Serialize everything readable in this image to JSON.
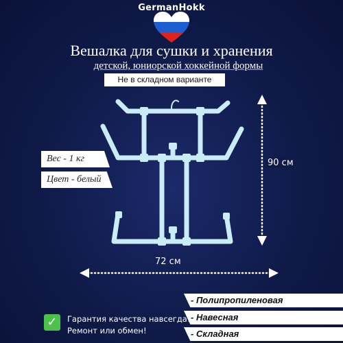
{
  "brand": "GermanHokk",
  "heart_icon": "russian-flag-heart-icon",
  "flag_colors": [
    "#ffffff",
    "#1d5fd0",
    "#e0221c"
  ],
  "title_line1": "Вешалка для сушки и хранения",
  "title_line2": "детской, юниорской хоккейной формы",
  "variant_badge": "Не в складном варианте",
  "specs": {
    "weight": "Вес - 1 кг",
    "color": "Цвет - белый"
  },
  "dimensions": {
    "height": "90 см",
    "width": "72 см"
  },
  "guarantee": {
    "icon": "check-icon",
    "line1": "Гарантия качества навсегда!",
    "line2": "Ремонт или обмен!"
  },
  "features": [
    "- Полипропиленовая",
    "- Навесная",
    "- Складная"
  ],
  "colors": {
    "background": "#0f1a48",
    "pipe": "#c9ecf7",
    "accent_green": "#4cc24a"
  }
}
